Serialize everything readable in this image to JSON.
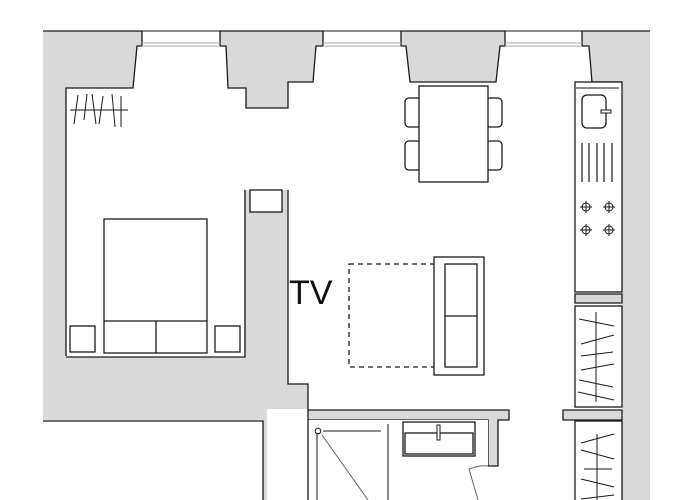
{
  "diagram": {
    "type": "floor-plan",
    "labels": {
      "tv": "TV"
    },
    "colors": {
      "wall": "#d9d9d9",
      "line": "#1a1a1a",
      "background": "#ffffff"
    },
    "rooms": [
      {
        "name": "bedroom",
        "items": [
          "double-bed",
          "nightstand-left",
          "nightstand-right",
          "wardrobe-hangers"
        ]
      },
      {
        "name": "living-area",
        "items": [
          "tv",
          "sofa-bed",
          "dining-table",
          "chairs"
        ]
      },
      {
        "name": "kitchen",
        "items": [
          "sink",
          "cooktop",
          "fridge-column"
        ]
      },
      {
        "name": "bathroom",
        "items": [
          "shower",
          "washbasin",
          "door"
        ]
      },
      {
        "name": "closet",
        "items": [
          "wardrobe-upper",
          "wardrobe-lower"
        ]
      }
    ]
  }
}
